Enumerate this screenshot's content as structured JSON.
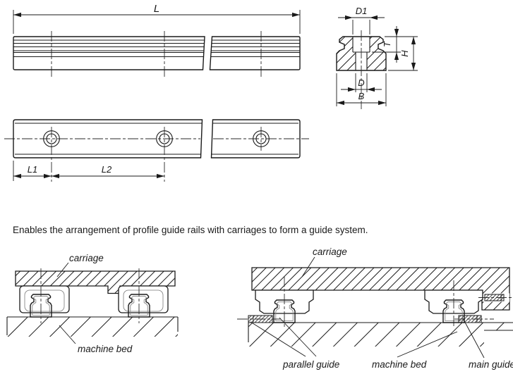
{
  "drawing": {
    "description": "Enables the arrangement of profile guide rails with carriages to form a guide system.",
    "dimension_labels": {
      "length": "L",
      "counterbore_dia": "D1",
      "counterbore_depth": "T",
      "rail_height": "H",
      "hole_dia": "D",
      "rail_width": "B",
      "end_spacing": "L1",
      "hole_pitch": "L2"
    },
    "annotations": {
      "left_view": {
        "carriage": "carriage",
        "machine_bed": "machine bed"
      },
      "right_view": {
        "carriage": "carriage",
        "parallel_guide": "parallel guide",
        "machine_bed": "machine bed",
        "main_guide": "main guide"
      }
    },
    "colors": {
      "line": "#1a1a1a",
      "background": "#ffffff"
    }
  }
}
